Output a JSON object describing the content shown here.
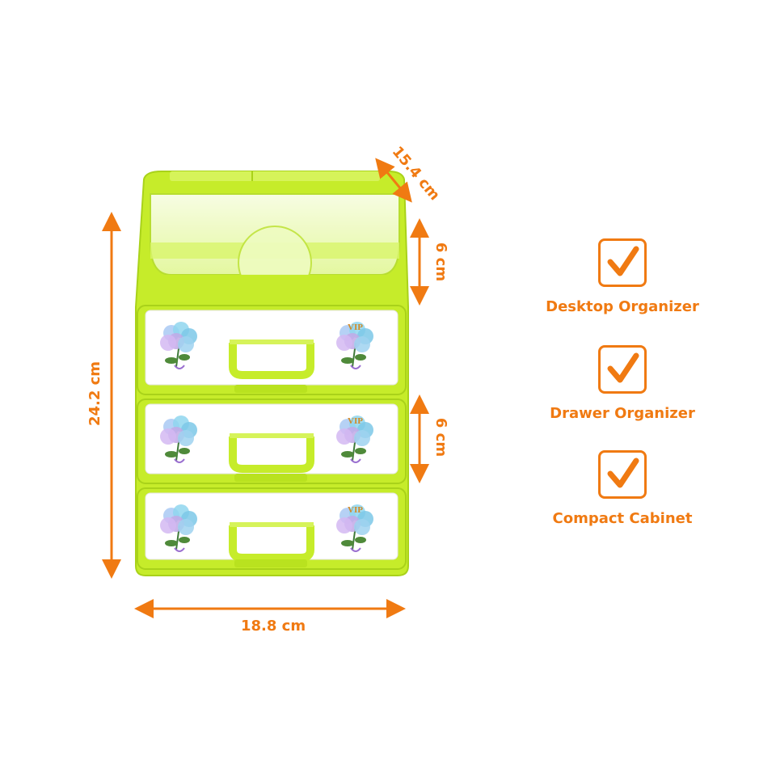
{
  "product": {
    "brand_text": "VIP",
    "dimensions": {
      "height": "24.2 cm",
      "width": "18.8 cm",
      "depth": "15.4 cm",
      "top_compartment_height": "6 cm",
      "drawer_height": "6 cm"
    }
  },
  "features": [
    {
      "label": "Desktop Organizer",
      "icon": "checkmark-icon"
    },
    {
      "label": "Drawer Organizer",
      "icon": "checkmark-icon"
    },
    {
      "label": "Compact Cabinet",
      "icon": "checkmark-icon"
    }
  ],
  "colors": {
    "accent": "#f07a12",
    "body_green": "#c6ec2a",
    "drawer_white": "#ffffff",
    "lid_tint": "#eaf9b8"
  }
}
